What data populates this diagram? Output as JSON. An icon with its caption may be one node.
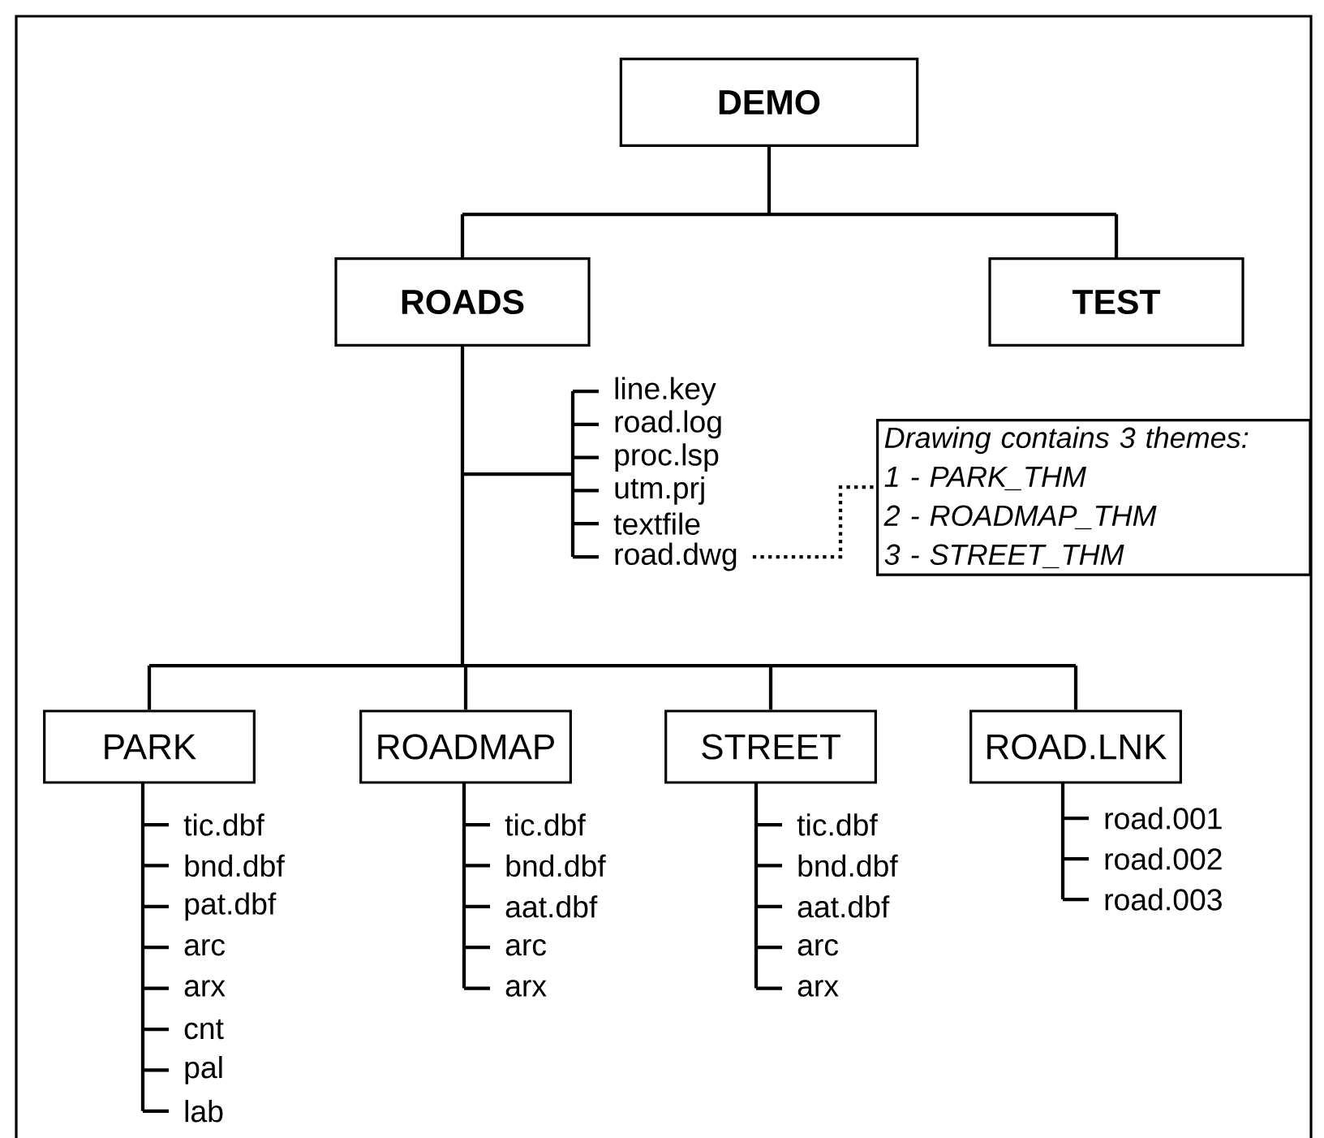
{
  "diagram": {
    "nodes": [
      {
        "text": [
          "DEMO"
        ]
      },
      {
        "text": [
          "ROADS"
        ]
      },
      {
        "text": [
          "TEST"
        ]
      },
      {
        "text": [
          "line.key"
        ]
      },
      {
        "text": [
          "road.log"
        ]
      },
      {
        "text": [
          "proc.lsp"
        ]
      },
      {
        "text": [
          "utm.prj"
        ]
      },
      {
        "text": [
          "textfile"
        ]
      },
      {
        "text": [
          "road.dwg"
        ]
      },
      {
        "text": [
          "Drawing contains 3 themes:",
          "1 - PARK_THM",
          "2 - ROADMAP_THM",
          "3 - STREET_THM"
        ]
      },
      {
        "text": [
          "PARK"
        ]
      },
      {
        "text": [
          "tic.dbf"
        ]
      },
      {
        "text": [
          "bnd.dbf"
        ]
      },
      {
        "text": [
          "pat.dbf"
        ]
      },
      {
        "text": [
          "arc"
        ]
      },
      {
        "text": [
          "arx"
        ]
      },
      {
        "text": [
          "cnt"
        ]
      },
      {
        "text": [
          "pal"
        ]
      },
      {
        "text": [
          "lab"
        ]
      },
      {
        "text": [
          "ROADMAP"
        ]
      },
      {
        "text": [
          "tic.dbf"
        ]
      },
      {
        "text": [
          "bnd.dbf"
        ]
      },
      {
        "text": [
          "aat.dbf"
        ]
      },
      {
        "text": [
          "arc"
        ]
      },
      {
        "text": [
          "arx"
        ]
      },
      {
        "text": [
          "STREET"
        ]
      },
      {
        "text": [
          "tic.dbf"
        ]
      },
      {
        "text": [
          "bnd.dbf"
        ]
      },
      {
        "text": [
          "aat.dbf"
        ]
      },
      {
        "text": [
          "arc"
        ]
      },
      {
        "text": [
          "arx"
        ]
      },
      {
        "text": [
          "ROAD.LNK"
        ]
      },
      {
        "text": [
          "road.001"
        ]
      },
      {
        "text": [
          "road.002"
        ]
      },
      {
        "text": [
          "road.003"
        ]
      }
    ],
    "edges": [
      {
        "from": 0,
        "to": 1,
        "arrow": "none"
      },
      {
        "from": 0,
        "to": 2,
        "arrow": "none"
      },
      {
        "from": 1,
        "to": 3,
        "arrow": "none"
      },
      {
        "from": 1,
        "to": 4,
        "arrow": "none"
      },
      {
        "from": 1,
        "to": 5,
        "arrow": "none"
      },
      {
        "from": 1,
        "to": 6,
        "arrow": "none"
      },
      {
        "from": 1,
        "to": 7,
        "arrow": "none"
      },
      {
        "from": 1,
        "to": 8,
        "arrow": "none"
      },
      {
        "from": 8,
        "to": 9,
        "arrow": "none",
        "style": "dashed"
      },
      {
        "from": 1,
        "to": 10,
        "arrow": "none"
      },
      {
        "from": 1,
        "to": 19,
        "arrow": "none"
      },
      {
        "from": 1,
        "to": 25,
        "arrow": "none"
      },
      {
        "from": 1,
        "to": 31,
        "arrow": "none"
      },
      {
        "from": 10,
        "to": 11,
        "arrow": "none"
      },
      {
        "from": 10,
        "to": 12,
        "arrow": "none"
      },
      {
        "from": 10,
        "to": 13,
        "arrow": "none"
      },
      {
        "from": 10,
        "to": 14,
        "arrow": "none"
      },
      {
        "from": 10,
        "to": 15,
        "arrow": "none"
      },
      {
        "from": 10,
        "to": 16,
        "arrow": "none"
      },
      {
        "from": 10,
        "to": 17,
        "arrow": "none"
      },
      {
        "from": 10,
        "to": 18,
        "arrow": "none"
      },
      {
        "from": 19,
        "to": 20,
        "arrow": "none"
      },
      {
        "from": 19,
        "to": 21,
        "arrow": "none"
      },
      {
        "from": 19,
        "to": 22,
        "arrow": "none"
      },
      {
        "from": 19,
        "to": 23,
        "arrow": "none"
      },
      {
        "from": 19,
        "to": 24,
        "arrow": "none"
      },
      {
        "from": 25,
        "to": 26,
        "arrow": "none"
      },
      {
        "from": 25,
        "to": 27,
        "arrow": "none"
      },
      {
        "from": 25,
        "to": 28,
        "arrow": "none"
      },
      {
        "from": 25,
        "to": 29,
        "arrow": "none"
      },
      {
        "from": 25,
        "to": 30,
        "arrow": "none"
      },
      {
        "from": 31,
        "to": 32,
        "arrow": "none"
      },
      {
        "from": 31,
        "to": 33,
        "arrow": "none"
      },
      {
        "from": 31,
        "to": 34,
        "arrow": "none"
      }
    ]
  }
}
